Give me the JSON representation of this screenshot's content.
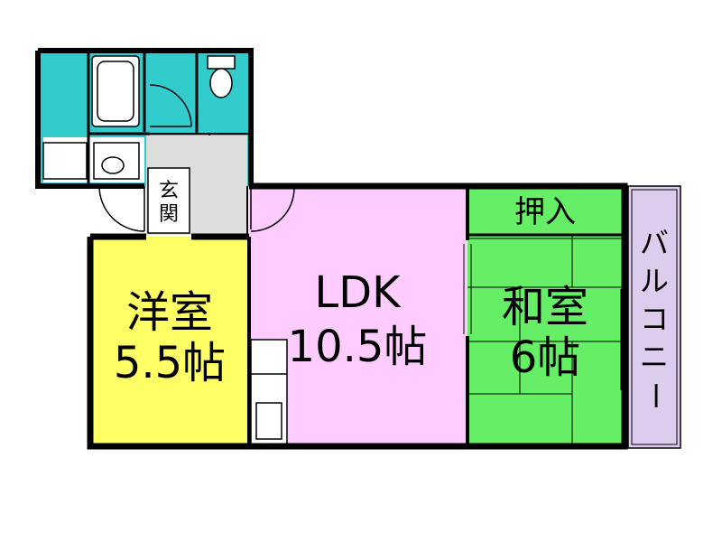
{
  "rooms": {
    "western": {
      "name": "洋室",
      "size": "5.5帖"
    },
    "ldk": {
      "name": "LDK",
      "size": "10.5帖"
    },
    "japanese": {
      "name": "和室",
      "size": "6帖"
    },
    "closet": {
      "name": "押入"
    },
    "entrance": {
      "line1": "玄",
      "line2": "関"
    },
    "balcony": {
      "chars": [
        "バ",
        "ル",
        "コ",
        "ニ",
        "ー"
      ]
    }
  },
  "colors": {
    "wet_area": "#33cccc",
    "entrance": "#dddddd",
    "western": "#ffff66",
    "ldk": "#ffccff",
    "japanese": "#66ee66",
    "balcony": "#ddccee",
    "wall": "#000000"
  }
}
